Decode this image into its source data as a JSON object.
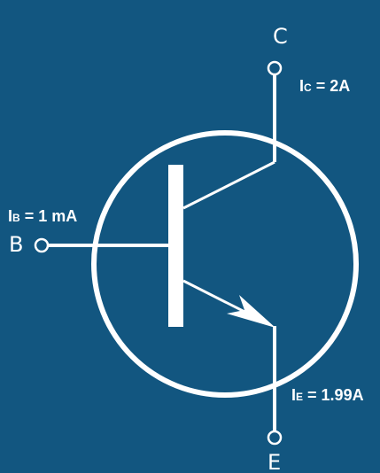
{
  "colors": {
    "background": "#125680",
    "foreground": "#ffffff"
  },
  "terminals": {
    "collector": "C",
    "base": "B",
    "emitter": "E"
  },
  "currents": {
    "collector": {
      "symbol": "I",
      "subscript": "C",
      "value": " = 2A"
    },
    "base": {
      "symbol": "I",
      "subscript": "B",
      "value": " = 1 mA"
    },
    "emitter": {
      "symbol": "I",
      "subscript": "E",
      "value": " = 1.99A"
    }
  }
}
